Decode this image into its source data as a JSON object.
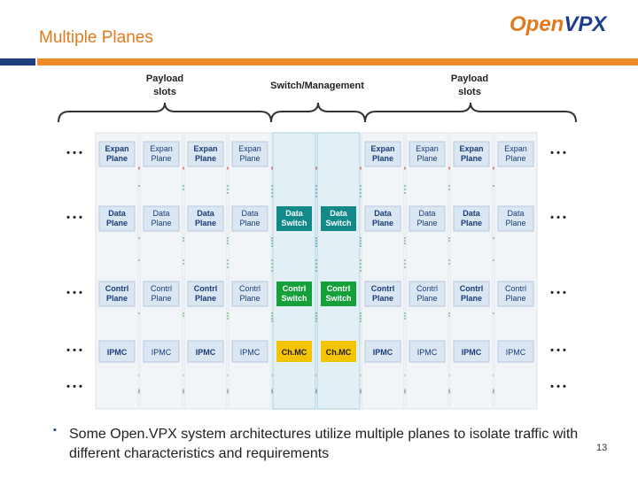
{
  "header": {
    "title": "Multiple Planes",
    "logo_open": "Open",
    "logo_vpx": "VPX"
  },
  "diagram": {
    "top_labels": {
      "payload_left": [
        "Payload",
        "slots"
      ],
      "switch": "Switch/Management",
      "payload_right": [
        "Payload",
        "slots"
      ]
    },
    "rows": [
      {
        "key": "expan",
        "payload": [
          "Expan",
          "Plane"
        ],
        "switch": null,
        "color": "#e0302e"
      },
      {
        "key": "data",
        "payload": [
          "Data",
          "Plane"
        ],
        "switch": [
          "Data",
          "Switch"
        ],
        "color": "#128a8a"
      },
      {
        "key": "contrl",
        "payload": [
          "Contrl",
          "Plane"
        ],
        "switch": [
          "Contrl",
          "Switch"
        ],
        "color": "#2ca02c"
      },
      {
        "key": "ipmc",
        "payload": [
          "IPMC"
        ],
        "switch": [
          "Ch.MC"
        ],
        "color": "#f0c020"
      }
    ],
    "ellipsis": "• • •",
    "colors": {
      "switch_data": "#138a8a",
      "switch_contrl": "#15a03a",
      "chmc": "#f5c400",
      "payload_box": "#dbe6f3",
      "bus": "#888888"
    }
  },
  "body": {
    "bullet": "▪",
    "text": "Some Open.VPX system architectures utilize multiple planes to isolate traffic with different characteristics and requirements",
    "page_number": "13"
  }
}
